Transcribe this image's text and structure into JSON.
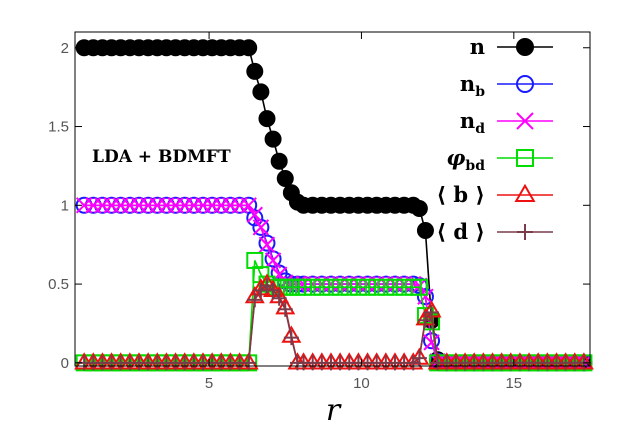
{
  "chart_data": {
    "type": "scatter",
    "title": "",
    "xlabel": "r",
    "ylabel": "",
    "xlim": [
      0.6,
      17.5
    ],
    "ylim": [
      -0.02,
      2.1
    ],
    "xticks": [
      5,
      10,
      15
    ],
    "yticks": [
      0,
      0.5,
      1,
      1.5,
      2
    ],
    "xtick_labels": [
      "5",
      "10",
      "15"
    ],
    "ytick_labels": [
      "0",
      "0.5",
      "1",
      "1.5",
      "2"
    ],
    "annotation": "LDA + BDMFT",
    "legend_position": "top-right",
    "x": [
      0.9,
      1.2,
      1.5,
      1.8,
      2.1,
      2.4,
      2.7,
      3.0,
      3.3,
      3.6,
      3.9,
      4.2,
      4.5,
      4.8,
      5.1,
      5.4,
      5.7,
      6.0,
      6.3,
      6.5,
      6.7,
      6.9,
      7.1,
      7.3,
      7.5,
      7.7,
      7.9,
      8.1,
      8.4,
      8.7,
      9.0,
      9.3,
      9.6,
      9.9,
      10.2,
      10.5,
      10.8,
      11.1,
      11.4,
      11.7,
      11.9,
      12.1,
      12.3,
      12.5,
      12.8,
      13.1,
      13.4,
      13.7,
      14.0,
      14.3,
      14.6,
      14.9,
      15.2,
      15.5,
      15.8,
      16.1,
      16.4,
      16.7,
      17.0,
      17.3
    ],
    "series": [
      {
        "name": "n",
        "color": "#000000",
        "marker": "filled-circle",
        "values": [
          2,
          2,
          2,
          2,
          2,
          2,
          2,
          2,
          2,
          2,
          2,
          2,
          2,
          2,
          2,
          2,
          2,
          2,
          2,
          1.85,
          1.72,
          1.55,
          1.42,
          1.28,
          1.17,
          1.08,
          1.02,
          1,
          1,
          1,
          1,
          1,
          1,
          1,
          1,
          1,
          1,
          1,
          1,
          1,
          0.98,
          0.84,
          0.27,
          0.02,
          0,
          0,
          0,
          0,
          0,
          0,
          0,
          0,
          0,
          0,
          0,
          0,
          0,
          0,
          0,
          0
        ]
      },
      {
        "name": "n_b",
        "color": "#1a1aff",
        "marker": "open-circle",
        "values": [
          1,
          1,
          1,
          1,
          1,
          1,
          1,
          1,
          1,
          1,
          1,
          1,
          1,
          1,
          1,
          1,
          1,
          1,
          1,
          0.92,
          0.86,
          0.76,
          0.66,
          0.57,
          0.52,
          0.5,
          0.5,
          0.5,
          0.5,
          0.5,
          0.5,
          0.5,
          0.5,
          0.5,
          0.5,
          0.5,
          0.5,
          0.5,
          0.5,
          0.5,
          0.49,
          0.42,
          0.14,
          0.01,
          0,
          0,
          0,
          0,
          0,
          0,
          0,
          0,
          0,
          0,
          0,
          0,
          0,
          0,
          0,
          0
        ]
      },
      {
        "name": "n_d",
        "color": "#ff00ff",
        "marker": "cross",
        "values": [
          1,
          1,
          1,
          1,
          1,
          1,
          1,
          1,
          1,
          1,
          1,
          1,
          1,
          1,
          1,
          1,
          1,
          1,
          1,
          0.94,
          0.86,
          0.75,
          0.65,
          0.56,
          0.51,
          0.5,
          0.5,
          0.5,
          0.5,
          0.5,
          0.5,
          0.5,
          0.5,
          0.5,
          0.5,
          0.5,
          0.5,
          0.5,
          0.5,
          0.5,
          0.49,
          0.42,
          0.13,
          0.01,
          0,
          0,
          0,
          0,
          0,
          0,
          0,
          0,
          0,
          0,
          0,
          0,
          0,
          0,
          0,
          0
        ]
      },
      {
        "name": "phi_bd",
        "color": "#00dd00",
        "marker": "open-square",
        "values": [
          0,
          0,
          0,
          0,
          0,
          0,
          0,
          0,
          0,
          0,
          0,
          0,
          0,
          0,
          0,
          0,
          0,
          0,
          0,
          0.65,
          0.56,
          0.5,
          0.48,
          0.48,
          0.48,
          0.48,
          0.48,
          0.48,
          0.48,
          0.48,
          0.48,
          0.48,
          0.48,
          0.48,
          0.48,
          0.48,
          0.48,
          0.48,
          0.48,
          0.48,
          0.48,
          0.3,
          0.26,
          0,
          0,
          0,
          0,
          0,
          0,
          0,
          0,
          0,
          0,
          0,
          0,
          0,
          0,
          0,
          0,
          0
        ]
      },
      {
        "name": "b",
        "color": "#ee1111",
        "marker": "open-triangle",
        "values": [
          0,
          0,
          0,
          0,
          0,
          0,
          0,
          0,
          0,
          0,
          0,
          0,
          0,
          0,
          0,
          0,
          0,
          0,
          0,
          0.42,
          0.47,
          0.5,
          0.46,
          0.42,
          0.35,
          0.17,
          0,
          0,
          0,
          0,
          0,
          0,
          0,
          0,
          0,
          0,
          0,
          0,
          0,
          0,
          0.03,
          0.28,
          0.33,
          0,
          0,
          0,
          0,
          0,
          0,
          0,
          0,
          0,
          0,
          0,
          0,
          0,
          0,
          0,
          0,
          0
        ]
      },
      {
        "name": "d",
        "color": "#7a3b4a",
        "marker": "plus",
        "values": [
          0,
          0,
          0,
          0,
          0,
          0,
          0,
          0,
          0,
          0,
          0,
          0,
          0,
          0,
          0,
          0,
          0,
          0,
          0,
          0.4,
          0.46,
          0.49,
          0.46,
          0.41,
          0.34,
          0.16,
          0,
          0,
          0,
          0,
          0,
          0,
          0,
          0,
          0,
          0,
          0,
          0,
          0,
          0,
          0.03,
          0.27,
          0.32,
          0,
          0,
          0,
          0,
          0,
          0,
          0,
          0,
          0,
          0,
          0,
          0,
          0,
          0,
          0,
          0,
          0
        ]
      }
    ],
    "legend": [
      {
        "label": "n",
        "sub": "",
        "angled": false,
        "color": "#000000",
        "marker": "filled-circle"
      },
      {
        "label": "n",
        "sub": "b",
        "angled": false,
        "color": "#1a1aff",
        "marker": "open-circle"
      },
      {
        "label": "n",
        "sub": "d",
        "angled": false,
        "color": "#ff00ff",
        "marker": "cross"
      },
      {
        "label": "φ",
        "sub": "bd",
        "angled": false,
        "color": "#00dd00",
        "marker": "open-square"
      },
      {
        "label": "b",
        "sub": "",
        "angled": true,
        "color": "#ee1111",
        "marker": "open-triangle"
      },
      {
        "label": "d",
        "sub": "",
        "angled": true,
        "color": "#7a3b4a",
        "marker": "plus"
      }
    ]
  }
}
